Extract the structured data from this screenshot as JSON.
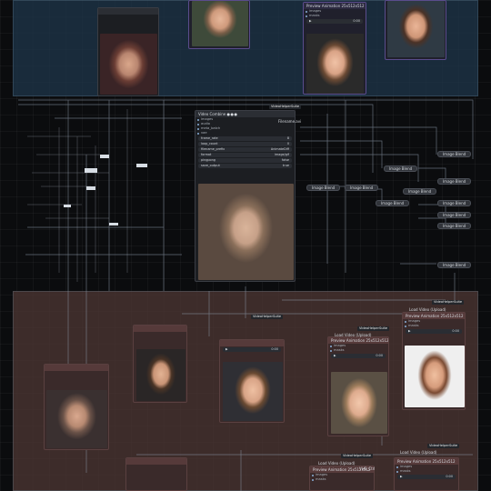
{
  "top_nodes": {
    "preview_title": "Preview Animation 25x512x512",
    "slot_images": "images",
    "slot_masks": "masks",
    "play": "▶",
    "time": "0:00"
  },
  "combine": {
    "title": "Video Combine",
    "badge": "VideoHelperSuite",
    "label_question": "?",
    "slot_images": "images",
    "slot_audio": "audio",
    "slot_meta": "meta_batch",
    "slot_vae": "vae",
    "frame_rate_label": "frame_rate",
    "frame_rate_value": "8",
    "loop_count_label": "loop_count",
    "loop_count_value": "0",
    "filename_label": "filename_prefix",
    "filename_value": "AnimateDiff",
    "format_label": "format",
    "format_value": "image/gif",
    "pingpong_label": "pingpong",
    "pingpong_value": "false",
    "save_label": "save_output",
    "save_value": "true",
    "filename_right": "Filename.avi"
  },
  "blend_nodes": [
    "Image Blend",
    "Image Blend",
    "Image Blend",
    "Image Blend",
    "Image Blend",
    "Image Blend",
    "Image Blend",
    "Image Blend",
    "Image Blend",
    "Image Blend",
    "Image Blend"
  ],
  "bottom_nodes": {
    "vhs_badge": "VideoHelperSuite",
    "load_video": "Load Video (Upload)",
    "preview_title": "Preview Animation 25x512x512",
    "slot_images": "images",
    "slot_masks": "masks",
    "play": "▶",
    "time": "0:00",
    "ctrl_label": "VHS_Ctrl"
  }
}
